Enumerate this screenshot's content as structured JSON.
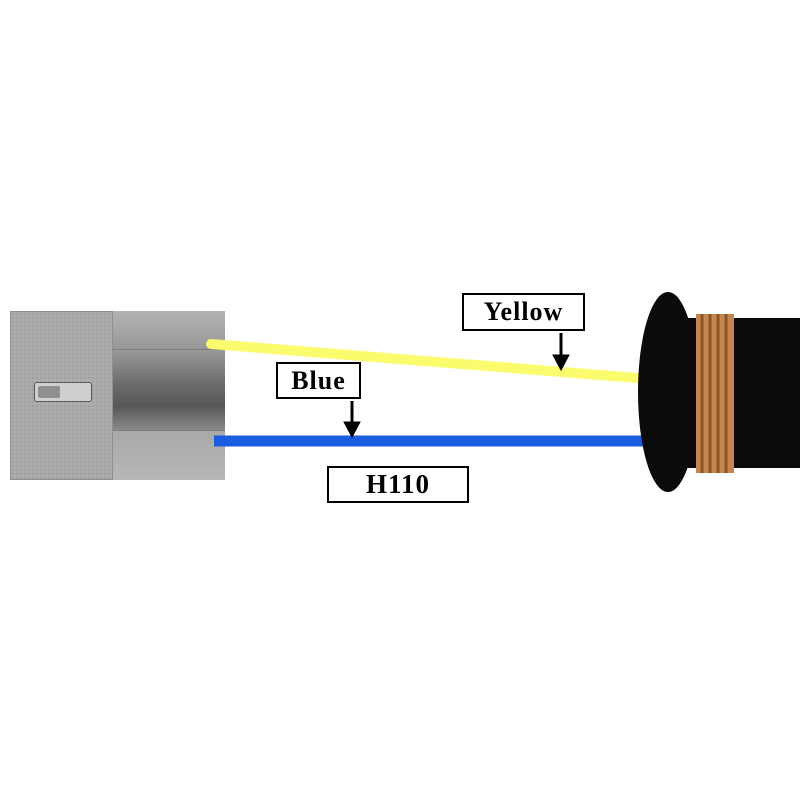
{
  "diagram": {
    "labels": {
      "yellow": "Yellow",
      "blue": "Blue",
      "part": "H110"
    },
    "colors": {
      "yellow_wire": "#fbfb6e",
      "blue_wire": "#1c5ce0",
      "sensor_black": "#0b0b0b",
      "copper": "#c5854f",
      "copper_dark": "#8a5526",
      "connector_gray": "#acacac",
      "label_border": "#000000",
      "background": "#ffffff"
    }
  }
}
